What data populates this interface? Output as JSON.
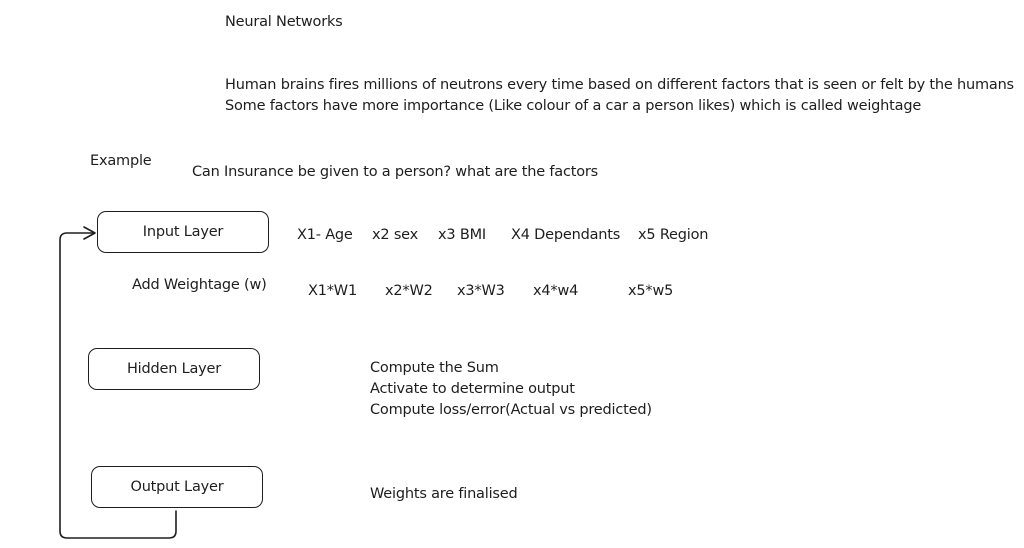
{
  "title": "Neural Networks",
  "intro": [
    "Human brains fires millions of neutrons every time  based on different factors that is seen or felt by the humans",
    "Some factors have more importance (Like colour of a car a person likes) which is called weightage"
  ],
  "example": {
    "label": "Example",
    "question": "Can Insurance be given to a person? what are the factors"
  },
  "layers": {
    "input": "Input Layer",
    "hidden": "Hidden Layer",
    "output": "Output Layer"
  },
  "features": [
    "X1- Age",
    "x2 sex",
    "x3 BMI",
    "X4 Dependants",
    "x5 Region"
  ],
  "weightage": {
    "label": "Add Weightage (w)",
    "terms": [
      "X1*W1",
      "x2*W2",
      "x3*W3",
      "x4*w4",
      "x5*w5"
    ]
  },
  "hidden_steps": [
    "Compute the Sum",
    "Activate to determine output",
    "Compute loss/error(Actual vs predicted)"
  ],
  "output_note": "Weights are finalised",
  "colors": {
    "ink": "#1e1e1e",
    "background": "#ffffff"
  }
}
